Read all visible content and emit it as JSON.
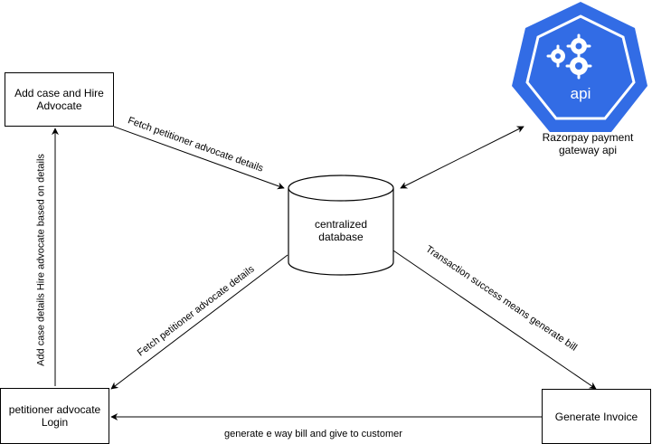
{
  "nodes": {
    "add_case": {
      "line1": "Add case and Hire",
      "line2": "Advocate"
    },
    "petitioner_login": {
      "line1": "petitioner advocate",
      "line2": "Login"
    },
    "generate_invoice": {
      "label": "Generate Invoice"
    },
    "database": {
      "line1": "centralized",
      "line2": "database"
    },
    "api": {
      "icon_text": "api",
      "line1": "Razorpay payment",
      "line2": "gateway api"
    }
  },
  "edges": {
    "fetch_top": "Fetch petitioner advocate details",
    "fetch_bottom": "Fetch petitioner advocate details",
    "add_case_details": "Add case details Hire advocate based on details",
    "transaction": "Transaction success means generate bill",
    "eway_bill": "generate e way bill and give to customer"
  },
  "colors": {
    "api_blue": "#326ce5",
    "stroke": "#000000"
  }
}
